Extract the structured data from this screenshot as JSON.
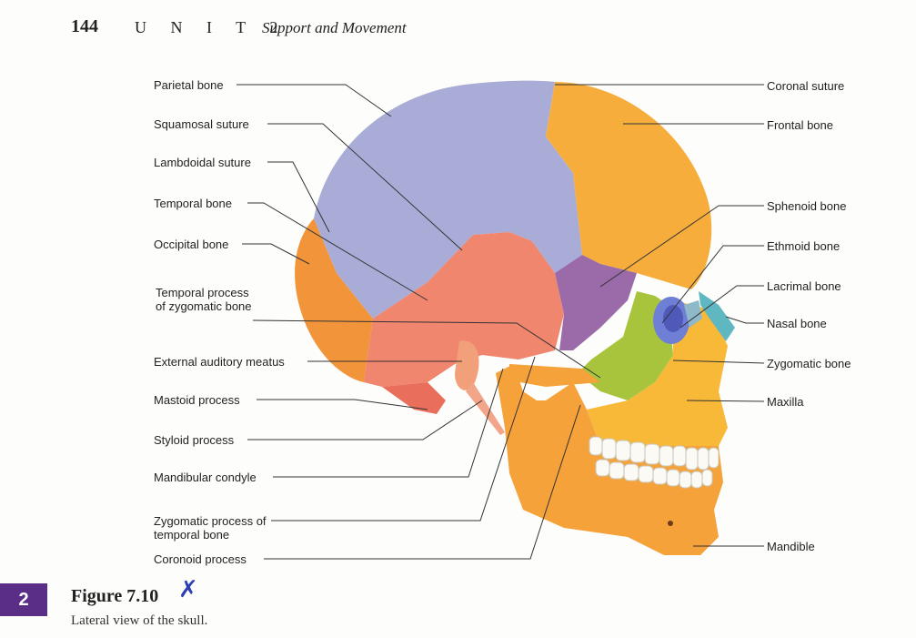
{
  "header": {
    "page_number": "144",
    "unit": "U N I T 2",
    "section": "Support and Movement"
  },
  "labels_left": {
    "parietal_bone": "Parietal bone",
    "squamosal_suture": "Squamosal suture",
    "lambdoidal_suture": "Lambdoidal suture",
    "temporal_bone": "Temporal bone",
    "occipital_bone": "Occipital bone",
    "temporal_process_zygomatic": "Temporal process of zygomatic bone",
    "external_auditory_meatus": "External auditory meatus",
    "mastoid_process": "Mastoid process",
    "styloid_process": "Styloid process",
    "mandibular_condyle": "Mandibular condyle",
    "zygomatic_process_temporal": "Zygomatic process of temporal bone",
    "coronoid_process": "Coronoid process"
  },
  "labels_right": {
    "coronal_suture": "Coronal suture",
    "frontal_bone": "Frontal bone",
    "sphenoid_bone": "Sphenoid bone",
    "ethmoid_bone": "Ethmoid bone",
    "lacrimal_bone": "Lacrimal bone",
    "nasal_bone": "Nasal bone",
    "zygomatic_bone": "Zygomatic bone",
    "maxilla": "Maxilla",
    "mandible": "Mandible"
  },
  "figure": {
    "chapter_tab": "2",
    "title": "Figure 7.10",
    "caption": "Lateral view of the skull."
  },
  "colors": {
    "parietal": "#a9acd6",
    "frontal": "#f6ad3c",
    "occipital": "#f2943a",
    "temporal": "#f0866e",
    "sphenoid": "#9b6aa8",
    "ethmoid": "#6f7fd6",
    "lacrimal": "#8fb8c8",
    "nasal": "#5fb7c2",
    "zygomatic": "#a7c43c",
    "maxilla": "#f7b937",
    "mandible": "#f6a23b",
    "tab": "#5a2d86"
  }
}
